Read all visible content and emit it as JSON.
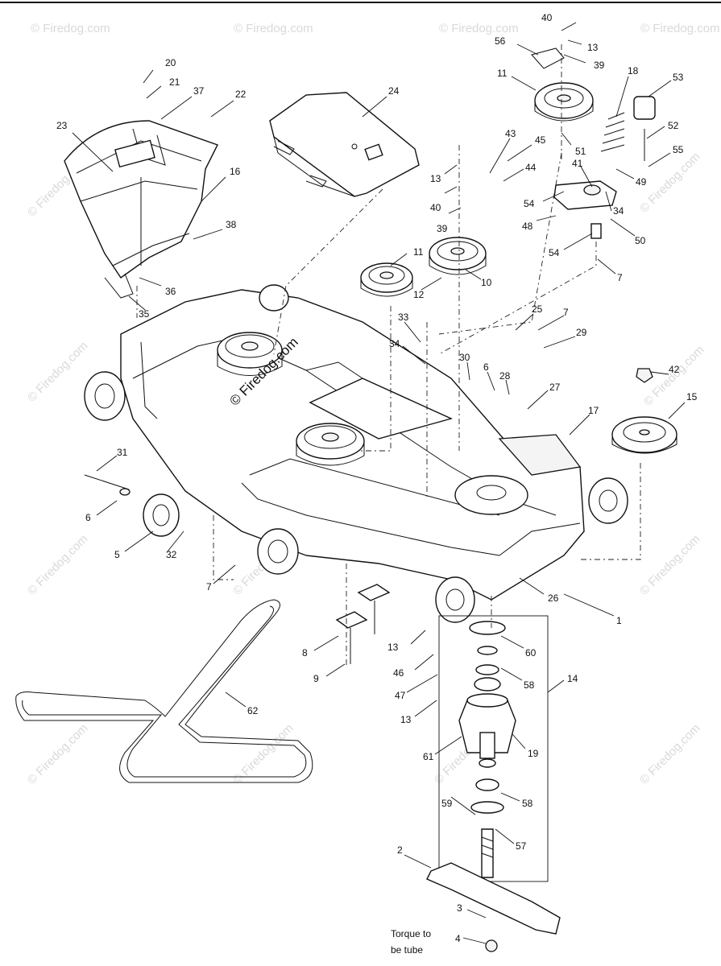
{
  "watermark": {
    "corner_text": "© Firedog.com",
    "center_text": "© Firedog.com"
  },
  "note": {
    "line1": "Torque to",
    "line2": "be tube"
  },
  "callouts": [
    {
      "id": "c20",
      "label": "20"
    },
    {
      "id": "c21",
      "label": "21"
    },
    {
      "id": "c37",
      "label": "37"
    },
    {
      "id": "c22",
      "label": "22"
    },
    {
      "id": "c23",
      "label": "23"
    },
    {
      "id": "c16",
      "label": "16"
    },
    {
      "id": "c38",
      "label": "38"
    },
    {
      "id": "c36",
      "label": "36"
    },
    {
      "id": "c35",
      "label": "35"
    },
    {
      "id": "c24",
      "label": "24"
    },
    {
      "id": "c40a",
      "label": "40"
    },
    {
      "id": "c13a",
      "label": "13"
    },
    {
      "id": "c56",
      "label": "56"
    },
    {
      "id": "c39a",
      "label": "39"
    },
    {
      "id": "c11a",
      "label": "11"
    },
    {
      "id": "c18",
      "label": "18"
    },
    {
      "id": "c53",
      "label": "53"
    },
    {
      "id": "c52",
      "label": "52"
    },
    {
      "id": "c51",
      "label": "51"
    },
    {
      "id": "c55",
      "label": "55"
    },
    {
      "id": "c43",
      "label": "43"
    },
    {
      "id": "c45",
      "label": "45"
    },
    {
      "id": "c44",
      "label": "44"
    },
    {
      "id": "c41",
      "label": "41"
    },
    {
      "id": "c49",
      "label": "49"
    },
    {
      "id": "c13b",
      "label": "13"
    },
    {
      "id": "c40b",
      "label": "40"
    },
    {
      "id": "c39b",
      "label": "39"
    },
    {
      "id": "c54a",
      "label": "54"
    },
    {
      "id": "c34a",
      "label": "34"
    },
    {
      "id": "c48",
      "label": "48"
    },
    {
      "id": "c50",
      "label": "50"
    },
    {
      "id": "c11b",
      "label": "11"
    },
    {
      "id": "c54b",
      "label": "54"
    },
    {
      "id": "c10",
      "label": "10"
    },
    {
      "id": "c7a",
      "label": "7"
    },
    {
      "id": "c12",
      "label": "12"
    },
    {
      "id": "c33",
      "label": "33"
    },
    {
      "id": "c25",
      "label": "25"
    },
    {
      "id": "c7b",
      "label": "7"
    },
    {
      "id": "c34b",
      "label": "34"
    },
    {
      "id": "c29",
      "label": "29"
    },
    {
      "id": "c30",
      "label": "30"
    },
    {
      "id": "c6a",
      "label": "6"
    },
    {
      "id": "c28",
      "label": "28"
    },
    {
      "id": "c42",
      "label": "42"
    },
    {
      "id": "c27",
      "label": "27"
    },
    {
      "id": "c15",
      "label": "15"
    },
    {
      "id": "c17",
      "label": "17"
    },
    {
      "id": "c31",
      "label": "31"
    },
    {
      "id": "c6b",
      "label": "6"
    },
    {
      "id": "c5",
      "label": "5"
    },
    {
      "id": "c32",
      "label": "32"
    },
    {
      "id": "c7c",
      "label": "7"
    },
    {
      "id": "c26",
      "label": "26"
    },
    {
      "id": "c1",
      "label": "1"
    },
    {
      "id": "c14",
      "label": "14"
    },
    {
      "id": "c60",
      "label": "60"
    },
    {
      "id": "c8",
      "label": "8"
    },
    {
      "id": "c13c",
      "label": "13"
    },
    {
      "id": "c58a",
      "label": "58"
    },
    {
      "id": "c46",
      "label": "46"
    },
    {
      "id": "c9",
      "label": "9"
    },
    {
      "id": "c47",
      "label": "47"
    },
    {
      "id": "c62",
      "label": "62"
    },
    {
      "id": "c13d",
      "label": "13"
    },
    {
      "id": "c61",
      "label": "61"
    },
    {
      "id": "c19",
      "label": "19"
    },
    {
      "id": "c59",
      "label": "59"
    },
    {
      "id": "c58b",
      "label": "58"
    },
    {
      "id": "c57",
      "label": "57"
    },
    {
      "id": "c2",
      "label": "2"
    },
    {
      "id": "c3",
      "label": "3"
    },
    {
      "id": "c4",
      "label": "4"
    }
  ]
}
